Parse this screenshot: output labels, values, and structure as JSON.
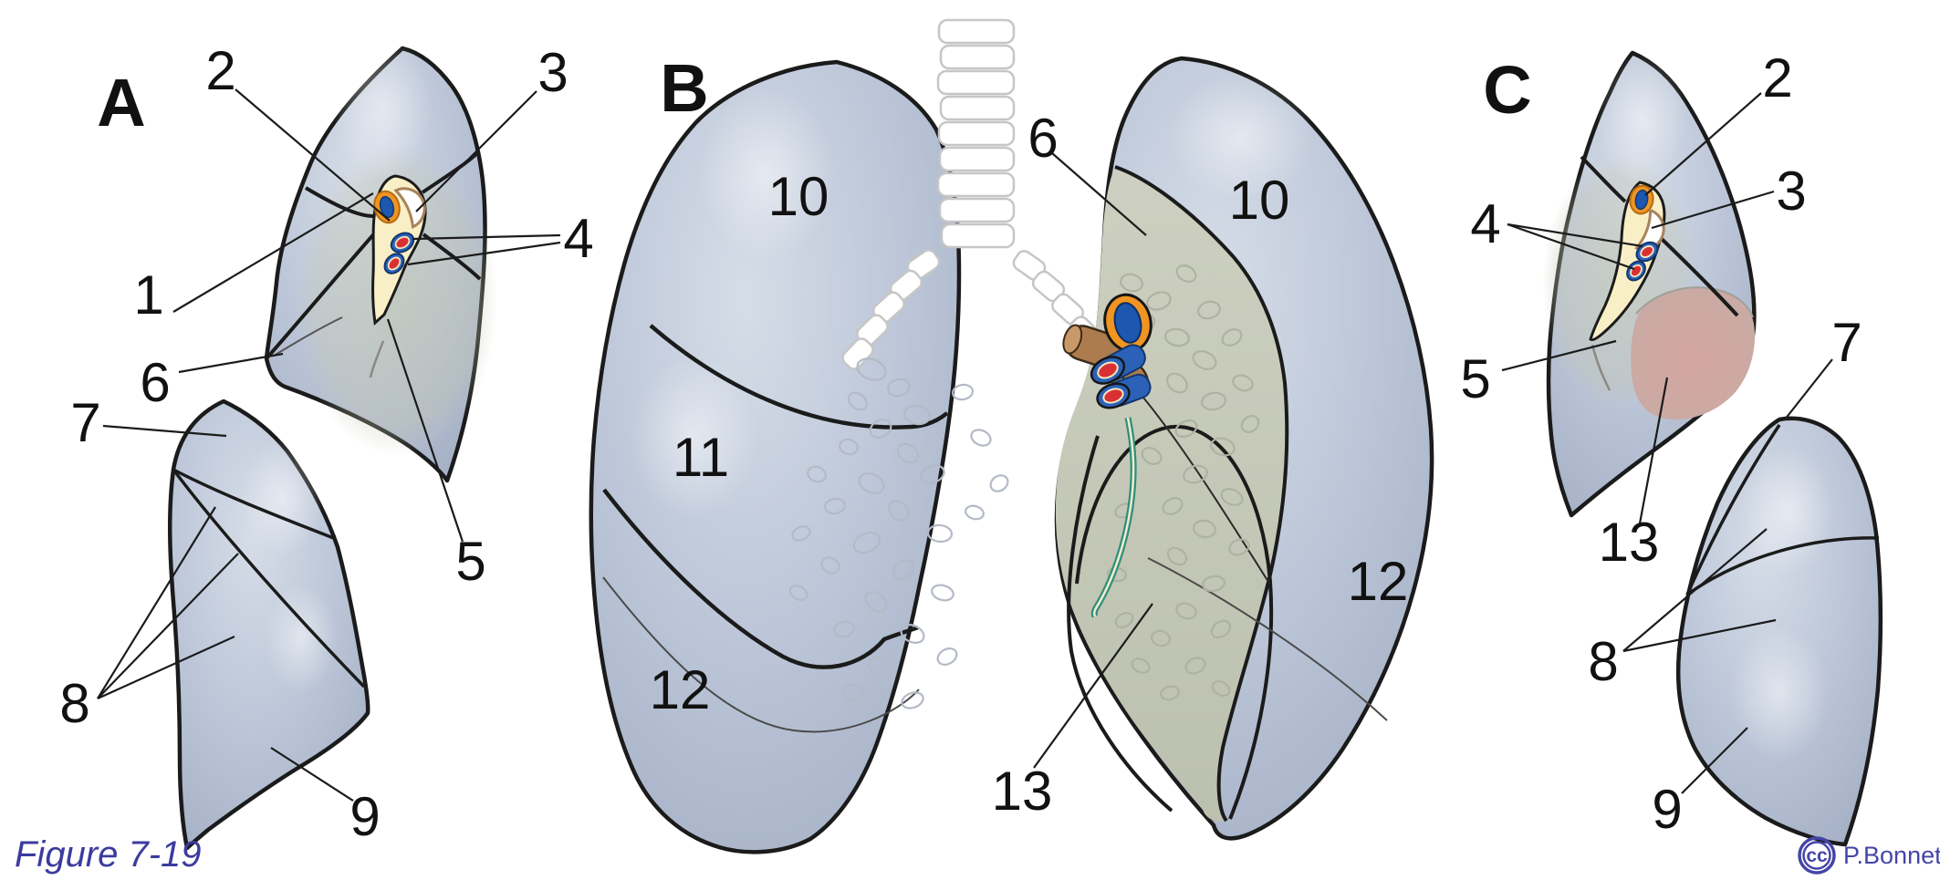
{
  "figure": {
    "caption": "Figure 7-19",
    "credit": "P.Bonnet",
    "cc_text": "cc"
  },
  "labels": {
    "a_letter": "A",
    "a_1": "1",
    "a_2": "2",
    "a_3": "3",
    "a_4": "4",
    "a_5": "5",
    "a_6": "6",
    "a_7": "7",
    "a_8": "8",
    "a_9": "9",
    "b_letter": "B",
    "b_10_left": "10",
    "b_11": "11",
    "b_12_left": "12",
    "b_6": "6",
    "b_10_right": "10",
    "b_12_right": "12",
    "b_13": "13",
    "c_letter": "C",
    "c_2": "2",
    "c_3": "3",
    "c_4": "4",
    "c_5": "5",
    "c_7": "7",
    "c_8": "8",
    "c_9": "9",
    "c_13": "13"
  },
  "colors": {
    "outline": "#1b1b1b",
    "thin_line": "#4a4a4a",
    "lung_light": "#d6dde8",
    "lung_mid": "#bcc6d8",
    "lung_dark": "#9ca8bf",
    "mediastinal_green": "#cdd0c0",
    "mediastinal_green_dark": "#bcc0ae",
    "tint_green": "#c3c7b0",
    "hilum_cream": "#f9efc6",
    "artery_orange": "#f09422",
    "vessel_blue": "#1d57b0",
    "vein_ring_blue": "#2b62b8",
    "vein_red": "#d93133",
    "bronchus_brown": "#ad7c4e",
    "bronchus_tan": "#a8835c",
    "ligament_teal": "#2f8f7e",
    "ligament_cream": "#f4ecc8",
    "cardiac_pink": "#d4a5a0",
    "cardiac_pink_soft": "#c9aba4",
    "ghost_grey": "#c6c6c6",
    "ghost_on_lung": "#b3bac6",
    "ghost_on_green": "#aeb2a2",
    "caption_blue": "#3b3b9e",
    "credit_blue": "#4545a8",
    "label_black": "#111111"
  }
}
